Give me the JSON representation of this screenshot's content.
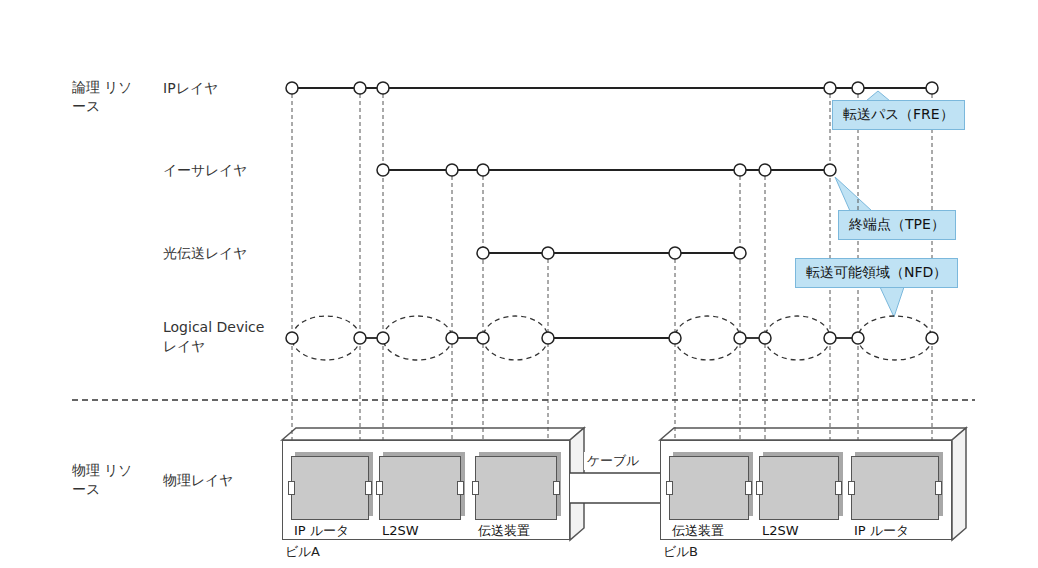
{
  "diagram": {
    "nodes": [
      {
        "text": [
          "ビルA"
        ]
      },
      {
        "text": [
          "IP ルータ"
        ],
        "in": 0
      },
      {
        "text": [
          "L2SW"
        ],
        "in": 0
      },
      {
        "text": [
          "伝送装置"
        ],
        "in": 0
      },
      {
        "text": [
          "ビルB"
        ]
      },
      {
        "text": [
          "伝送装置"
        ],
        "in": 4
      },
      {
        "text": [
          "L2SW"
        ],
        "in": 4
      },
      {
        "text": [
          "IP ルータ"
        ],
        "in": 4
      },
      {
        "text": [
          "転送パス（FRE）"
        ]
      },
      {
        "text": [
          "終端点（TPE）"
        ]
      },
      {
        "text": [
          "転送可能領域（NFD）"
        ]
      }
    ],
    "edges": [
      {
        "from": 1,
        "to": 2,
        "arrow": "none"
      },
      {
        "from": 2,
        "to": 3,
        "arrow": "none"
      },
      {
        "from": 3,
        "to": 5,
        "label": "ケーブル",
        "arrow": "none"
      },
      {
        "from": 5,
        "to": 6,
        "arrow": "none"
      },
      {
        "from": 6,
        "to": 7,
        "arrow": "none"
      }
    ],
    "labels": [
      "論理 リソース",
      "IPレイヤ",
      "イーサレイヤ",
      "光伝送レイヤ",
      "Logical Device レイヤ",
      "物理 リソース",
      "物理レイヤ"
    ]
  }
}
